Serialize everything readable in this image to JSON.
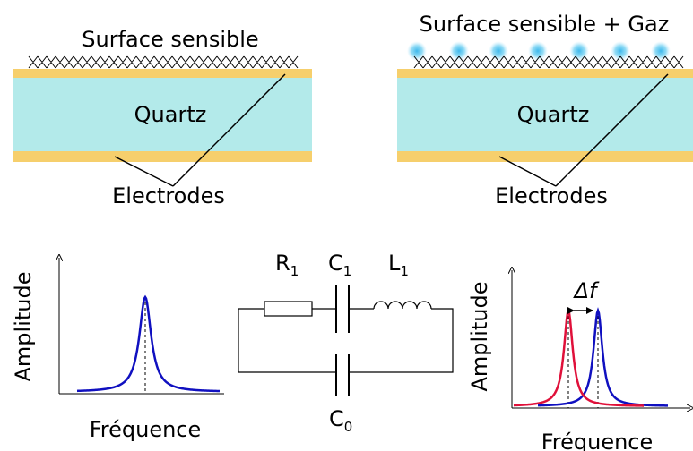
{
  "left_sensor": {
    "surface_label": "Surface sensible",
    "quartz_label": "Quartz",
    "electrodes_label": "Electrodes"
  },
  "right_sensor": {
    "surface_label": "Surface sensible + Gaz",
    "quartz_label": "Quartz",
    "electrodes_label": "Electrodes"
  },
  "circuit": {
    "r1": "R",
    "r1_sub": "1",
    "c1": "C",
    "c1_sub": "1",
    "l1": "L",
    "l1_sub": "1",
    "c0": "C",
    "c0_sub": "0"
  },
  "left_plot": {
    "ylabel": "Amplitude",
    "xlabel": "Fréquence"
  },
  "right_plot": {
    "ylabel": "Amplitude",
    "xlabel": "Fréquence",
    "shift_label": "Δf"
  },
  "colors": {
    "quartz": "#b3eaea",
    "electrode": "#f6cf6c",
    "gas_dot": "#5ac8ee",
    "curve_blue": "#1010c0",
    "curve_red": "#e0103a"
  }
}
